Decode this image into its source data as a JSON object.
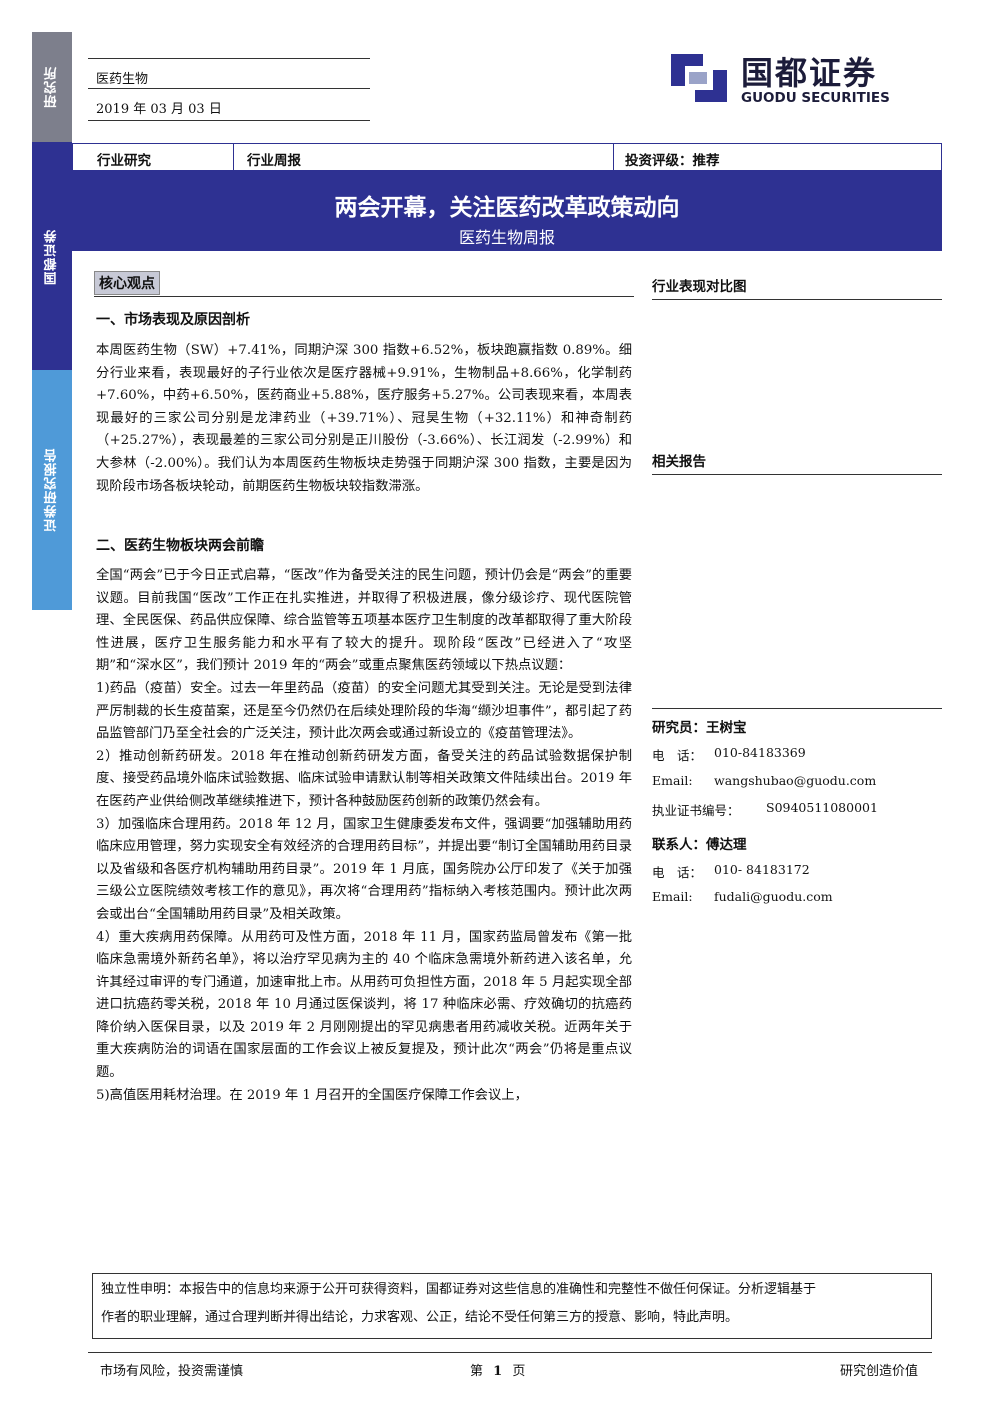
{
  "sidebar": {
    "label1": "研究所",
    "label2": "国都证券",
    "label3": "证券研究报告"
  },
  "header": {
    "category": "医药生物",
    "date": "2019 年 03 月 03 日",
    "logo_cn": "国都证券",
    "logo_en": "GUODU SECURITIES"
  },
  "banner": {
    "type": "行业研究",
    "kind": "行业周报",
    "rating": "投资评级：推荐",
    "title": "两会开幕，关注医药改革政策动向",
    "subtitle": "医药生物周报"
  },
  "main": {
    "core_label": "核心观点",
    "section1_title": "一、市场表现及原因剖析",
    "section1_text": "本周医药生物（SW）+7.41%，同期沪深 300 指数+6.52%，板块跑赢指数 0.89%。细分行业来看，表现最好的子行业依次是医疗器械+9.91%，生物制品+8.66%，化学制药+7.60%，中药+6.50%，医药商业+5.88%，医疗服务+5.27%。公司表现来看，本周表现最好的三家公司分别是龙津药业（+39.71%）、冠昊生物（+32.11%）和神奇制药（+25.27%），表现最差的三家公司分别是正川股份（-3.66%）、长江润发（-2.99%）和大参林（-2.00%）。我们认为本周医药生物板块走势强于同期沪深 300 指数，主要是因为现阶段市场各板块轮动，前期医药生物板块较指数滞涨。",
    "section2_title": "二、医药生物板块两会前瞻",
    "section2_paragraphs": [
      "全国“两会”已于今日正式启幕，“医改”作为备受关注的民生问题，预计仍会是“两会”的重要议题。目前我国“医改”工作正在扎实推进，并取得了积极进展，像分级诊疗、现代医院管理、全民医保、药品供应保障、综合监管等五项基本医疗卫生制度的改革都取得了重大阶段性进展，医疗卫生服务能力和水平有了较大的提升。现阶段“医改”已经进入了“攻坚期”和“深水区”，我们预计 2019 年的“两会”或重点聚焦医药领域以下热点议题：",
      "1)药品（疫苗）安全。过去一年里药品（疫苗）的安全问题尤其受到关注。无论是受到法律严厉制裁的长生疫苗案，还是至今仍然仍在后续处理阶段的华海“缬沙坦事件”，都引起了药品监管部门乃至全社会的广泛关注，预计此次两会或通过新设立的《疫苗管理法》。",
      "2）推动创新药研发。2018 年在推动创新药研发方面，备受关注的药品试验数据保护制度、接受药品境外临床试验数据、临床试验申请默认制等相关政策文件陆续出台。2019 年在医药产业供给侧改革继续推进下，预计各种鼓励医药创新的政策仍然会有。",
      "3）加强临床合理用药。2018 年 12 月，国家卫生健康委发布文件，强调要“加强辅助用药临床应用管理，努力实现安全有效经济的合理用药目标”，并提出要“制订全国辅助用药目录以及省级和各医疗机构辅助用药目录”。2019 年 1 月底，国务院办公厅印发了《关于加强三级公立医院绩效考核工作的意见》，再次将“合理用药”指标纳入考核范围内。预计此次两会或出台“全国辅助用药目录”及相关政策。",
      "4）重大疾病用药保障。从用药可及性方面，2018 年 11 月，国家药监局曾发布《第一批临床急需境外新药名单》，将以治疗罕见病为主的 40 个临床急需境外新药进入该名单，允许其经过审评的专门通道，加速审批上市。从用药可负担性方面，2018 年 5 月起实现全部进口抗癌药零关税，2018 年 10 月通过医保谈判，将 17 种临床必需、疗效确切的抗癌药降价纳入医保目录，以及 2019 年 2 月刚刚提出的罕见病患者用药减收关税。近两年关于重大疾病防治的词语在国家层面的工作会议上被反复提及，预计此次“两会”仍将是重点议题。",
      "5)高值医用耗材治理。在 2019 年 1 月召开的全国医疗保障工作会议上，"
    ]
  },
  "side": {
    "chart_title": "行业表现对比图",
    "reports_title": "相关报告",
    "analyst_label": "研究员：王树宝",
    "analyst_phone_label": "电　话：",
    "analyst_phone": "010-84183369",
    "analyst_email_label": "Email:",
    "analyst_email": "wangshubao@guodu.com",
    "license_label": "执业证书编号：",
    "license": "S0940511080001",
    "contact_label": "联系人：傅达理",
    "contact_phone_label": "电　话：",
    "contact_phone": "010- 84183172",
    "contact_email_label": "Email:",
    "contact_email": "fudali@guodu.com"
  },
  "disclaimer": {
    "line1": "独立性申明：本报告中的信息均来源于公开可获得资料，国都证券对这些信息的准确性和完整性不做任何保证。分析逻辑基于",
    "line2": "作者的职业理解，通过合理判断并得出结论，力求客观、公正，结论不受任何第三方的授意、影响，特此声明。"
  },
  "footer": {
    "left": "市场有风险，投资需谨慎",
    "page_prefix": "第",
    "page_number": "1",
    "page_suffix": "页",
    "right": "研究创造价值"
  },
  "colors": {
    "navy": "#2e3192",
    "strip_gray": "#7d7f8c",
    "strip_light": "#4f9ad8"
  }
}
